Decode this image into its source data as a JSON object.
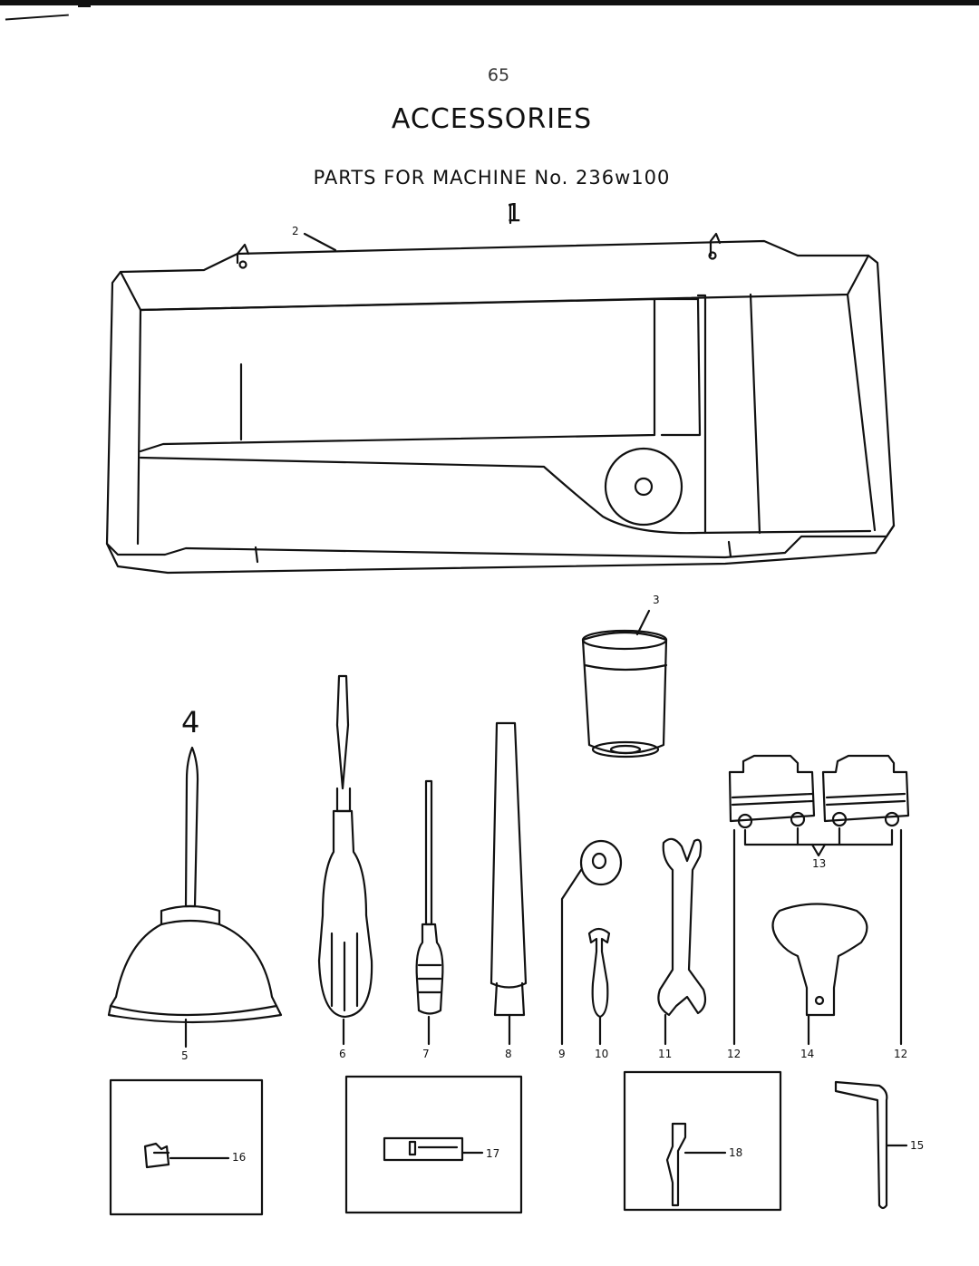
{
  "header": {
    "page_number": "65",
    "title": "ACCESSORIES",
    "subtitle": "PARTS FOR MACHINE No. 236w100"
  },
  "figure_numbers": {
    "case": "1",
    "oil_can": "4"
  },
  "callouts": {
    "c2": "2",
    "c3": "3",
    "c5": "5",
    "c6": "6",
    "c7": "7",
    "c8": "8",
    "c9": "9",
    "c10": "10",
    "c11": "11",
    "c12a": "12",
    "c12b": "12",
    "c13": "13",
    "c14": "14",
    "c15": "15",
    "c16": "16",
    "c17": "17",
    "c18": "18"
  }
}
